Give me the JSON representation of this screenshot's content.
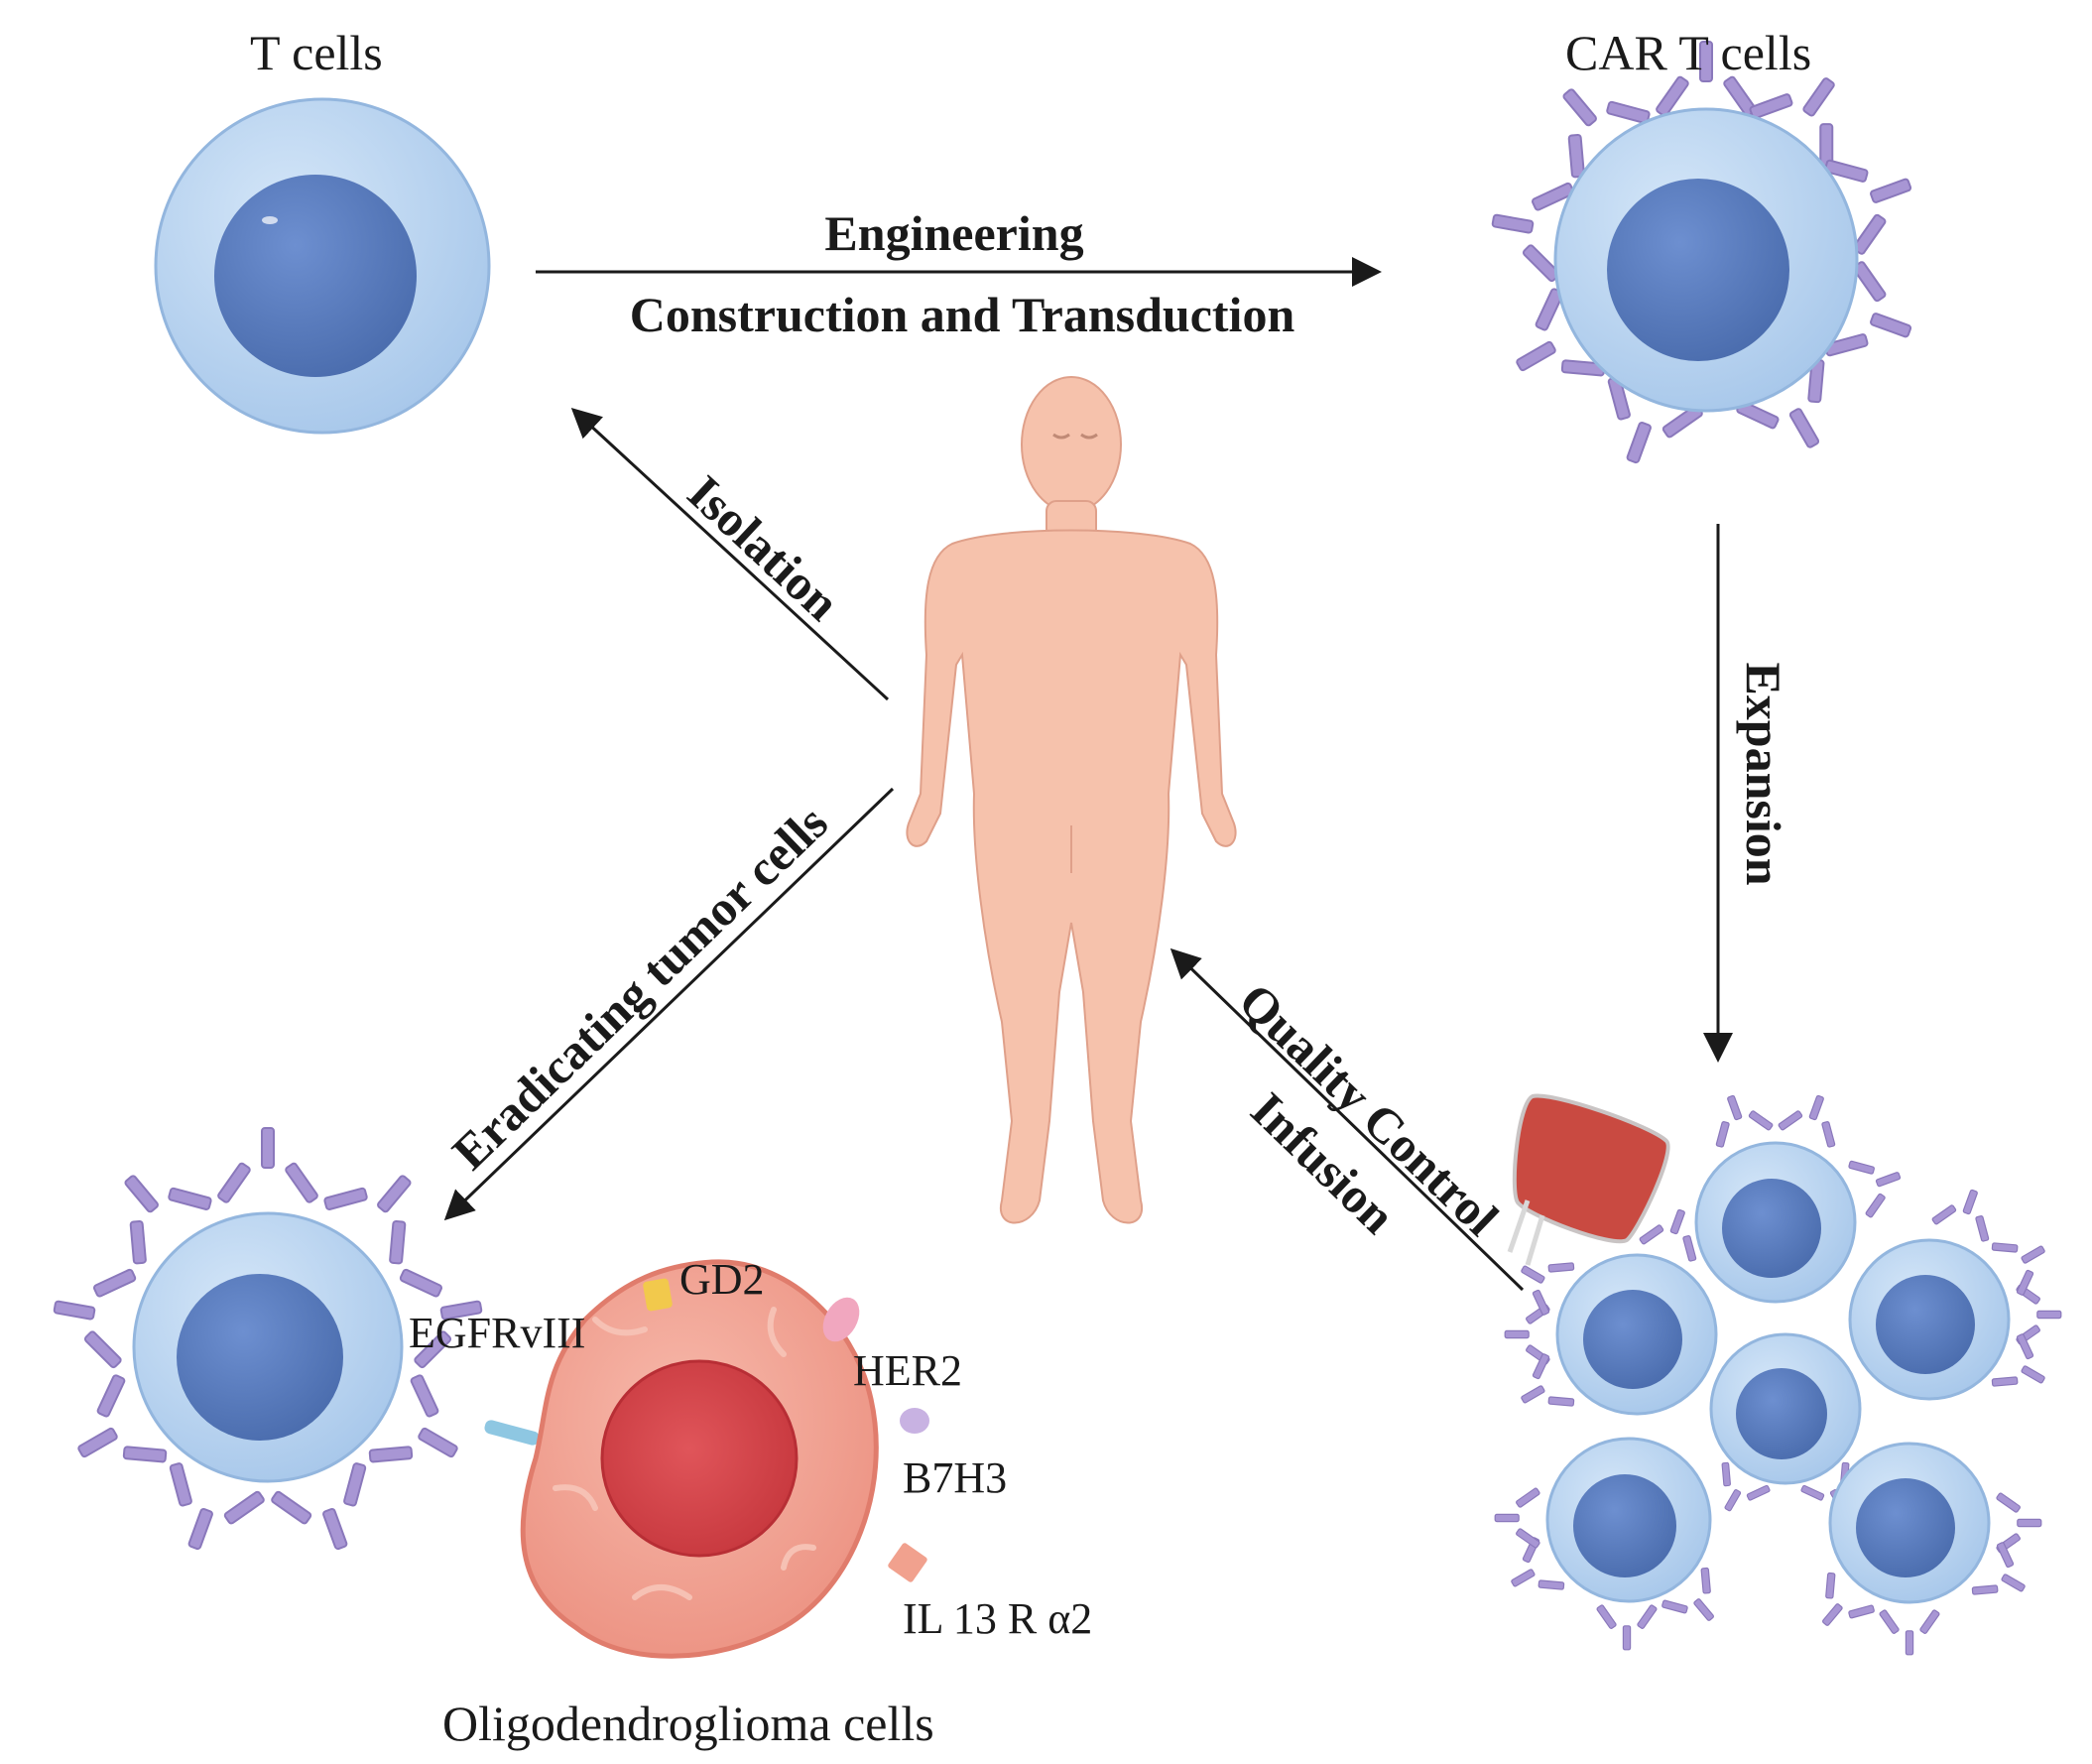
{
  "cells": {
    "t_cells": "T cells",
    "car_t_cells": "CAR T cells",
    "tumor_cells": "Oligodendroglioma cells"
  },
  "steps": {
    "engineering": "Engineering",
    "construction": "Construction and Transduction",
    "isolation": "Isolation",
    "expansion": "Expansion",
    "quality_control": "Quality Control",
    "infusion": "Infusion",
    "eradicating": "Eradicating tumor cells"
  },
  "antigens": {
    "gd2": "GD2",
    "her2": "HER2",
    "b7h3": "B7H3",
    "il13": "IL 13 R α2",
    "egfr": "EGFRvIII"
  },
  "colors": {
    "cell_membrane": "#b9d6f2",
    "cell_nucleus": "#5a7ec0",
    "receptor": "#a896d4",
    "tumor_body": "#f2a597",
    "tumor_nucleus": "#d8454a",
    "skin": "#f6c2ac",
    "blood_bag": "#c94a41",
    "arrow": "#1a1a1a"
  },
  "icons": [
    "human-body-icon",
    "blood-bag-icon",
    "antibody-receptor-icon"
  ]
}
